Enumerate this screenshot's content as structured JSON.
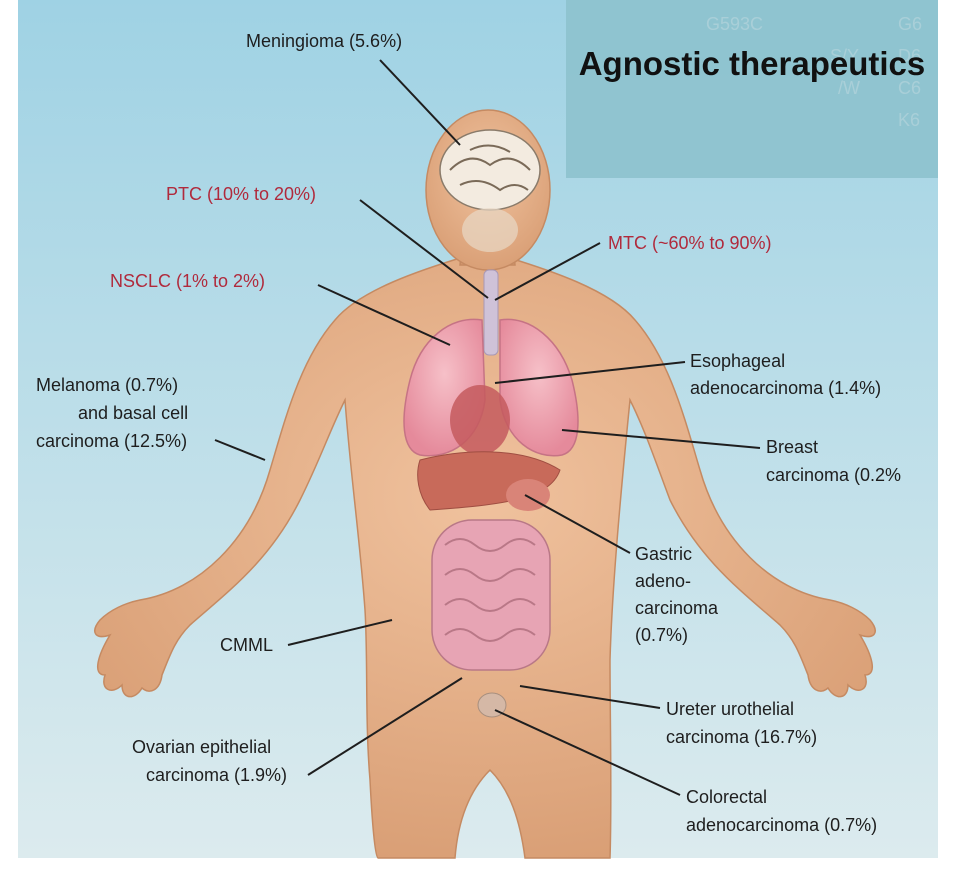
{
  "title": "Agnostic therapeutics",
  "background_text": [
    "G593C",
    "G6",
    "S/Y",
    "D6",
    "/W",
    "C6",
    "K6"
  ],
  "labels": {
    "meningioma": "Meningioma (5.6%)",
    "ptc": "PTC (10% to 20%)",
    "mtc": "MTC (~60% to 90%)",
    "nsclc": "NSCLC (1% to 2%)",
    "esophageal_1": "Esophageal",
    "esophageal_2": "adenocarcinoma (1.4%)",
    "melanoma_1": "Melanoma (0.7%)",
    "melanoma_2": "and basal cell",
    "melanoma_3": "carcinoma (12.5%)",
    "breast_1": "Breast",
    "breast_2": "carcinoma (0.2%",
    "gastric_1": "Gastric",
    "gastric_2": "adeno-",
    "gastric_3": "carcinoma",
    "gastric_4": "(0.7%)",
    "cmml": "CMML",
    "ureter_1": "Ureter urothelial",
    "ureter_2": "carcinoma (16.7%)",
    "ovarian_1": "Ovarian epithelial",
    "ovarian_2": "carcinoma (1.9%)",
    "colorectal_1": "Colorectal",
    "colorectal_2": "adenocarcinoma (0.7%)"
  },
  "colors": {
    "background_top": "#9fd2e4",
    "background_bottom": "#dcebee",
    "skin": "#e8b48c",
    "lungs": "#f0a7b3",
    "intestine": "#e7a4b4",
    "liver": "#c86a5a",
    "highlight_label": "#b02a3c",
    "title_box": "#8ec3cf"
  }
}
